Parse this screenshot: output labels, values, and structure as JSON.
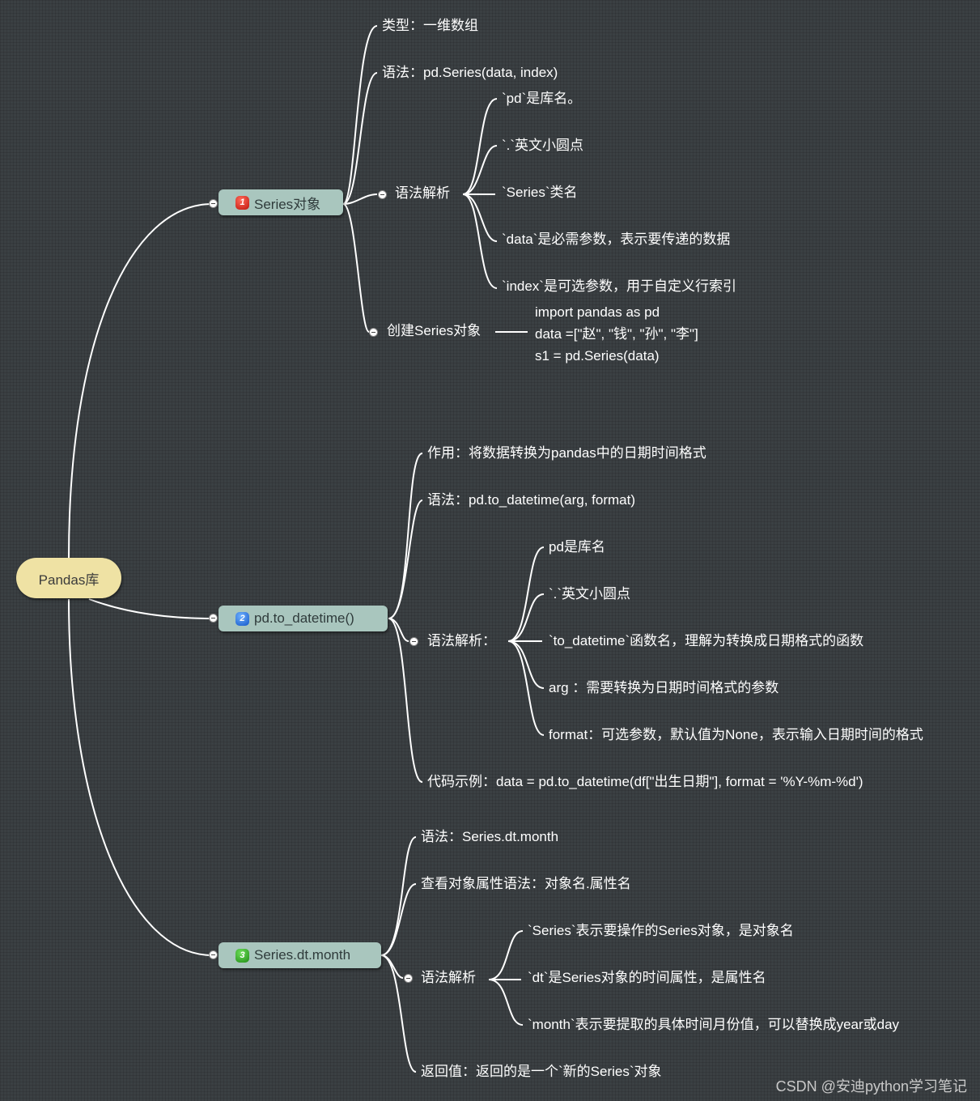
{
  "root": {
    "label": "Pandas库"
  },
  "topics": [
    {
      "number": "1",
      "label": "Series对象",
      "type": "类型：一维数组",
      "syntax": "语法：pd.Series(data, index)",
      "parse_label": "语法解析",
      "parse_items": [
        "`pd`是库名。",
        "`.`英文小圆点",
        "`Series`类名",
        "`data`是必需参数，表示要传递的数据",
        "`index`是可选参数，用于自定义行索引"
      ],
      "create_label": "创建Series对象",
      "code_lines": [
        "import pandas as pd",
        "data =[\"赵\", \"钱\", \"孙\", \"李\"]",
        "s1 = pd.Series(data)"
      ]
    },
    {
      "number": "2",
      "label": "pd.to_datetime()",
      "purpose": "作用：将数据转换为pandas中的日期时间格式",
      "syntax": "语法：pd.to_datetime(arg, format)",
      "parse_label": "语法解析：",
      "parse_items": [
        "pd是库名",
        "`.`英文小圆点",
        "`to_datetime`函数名，理解为转换成日期格式的函数",
        "arg ：需要转换为日期时间格式的参数",
        "format：可选参数，默认值为None，表示输入日期时间的格式"
      ],
      "example": "代码示例：data = pd.to_datetime(df[\"出生日期\"], format = '%Y-%m-%d')"
    },
    {
      "number": "3",
      "label": "Series.dt.month",
      "syntax": "语法：Series.dt.month",
      "view_syntax": "查看对象属性语法：对象名.属性名",
      "parse_label": "语法解析",
      "parse_items": [
        "`Series`表示要操作的Series对象，是对象名",
        "`dt`是Series对象的时间属性，是属性名",
        "`month`表示要提取的具体时间月份值，可以替换成year或day"
      ],
      "return_value": "返回值：返回的是一个`新的Series`对象"
    }
  ],
  "watermark": "CSDN @安迪python学习笔记",
  "colors": {
    "background": "#3b4043",
    "root_fill": "#efe2a4",
    "topic_fill": "#a9c6be",
    "line": "#ffffff",
    "text": "#ffffff"
  }
}
